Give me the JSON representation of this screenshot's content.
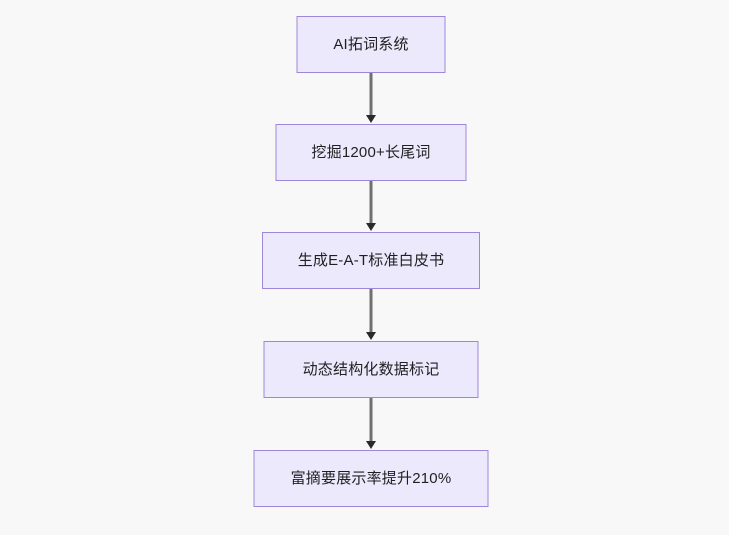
{
  "diagram": {
    "type": "flowchart",
    "orientation": "top-to-bottom",
    "background_color": "#f8f8f8",
    "node_fill_color": "#ebe9fb",
    "node_border_color": "#9f86d9",
    "node_text_color": "#1f2020",
    "edge_color": "#707070",
    "arrowhead_color": "#2a2a2a",
    "nodes": [
      {
        "id": "node-1",
        "label": "AI拓词系统"
      },
      {
        "id": "node-2",
        "label": "挖掘1200+长尾词"
      },
      {
        "id": "node-3",
        "label": "生成E-A-T标准白皮书"
      },
      {
        "id": "node-4",
        "label": "动态结构化数据标记"
      },
      {
        "id": "node-5",
        "label": "富摘要展示率提升210%"
      }
    ],
    "edges": [
      {
        "id": "edge-1",
        "from": "node-1",
        "to": "node-2"
      },
      {
        "id": "edge-2",
        "from": "node-2",
        "to": "node-3"
      },
      {
        "id": "edge-3",
        "from": "node-3",
        "to": "node-4"
      },
      {
        "id": "edge-4",
        "from": "node-4",
        "to": "node-5"
      }
    ]
  }
}
